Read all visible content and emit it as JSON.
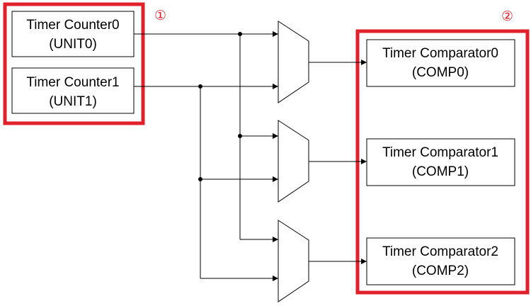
{
  "colors": {
    "highlight": "#e0202b",
    "line": "#000000",
    "background": "#ffffff"
  },
  "groups": [
    {
      "marker": "①"
    },
    {
      "marker": "②"
    }
  ],
  "counters": [
    {
      "name": "Timer Counter0",
      "id": "(UNIT0)"
    },
    {
      "name": "Timer Counter1",
      "id": "(UNIT1)"
    }
  ],
  "comparators": [
    {
      "name": "Timer Comparator0",
      "id": "(COMP0)"
    },
    {
      "name": "Timer Comparator1",
      "id": "(COMP1)"
    },
    {
      "name": "Timer Comparator2",
      "id": "(COMP2)"
    }
  ]
}
